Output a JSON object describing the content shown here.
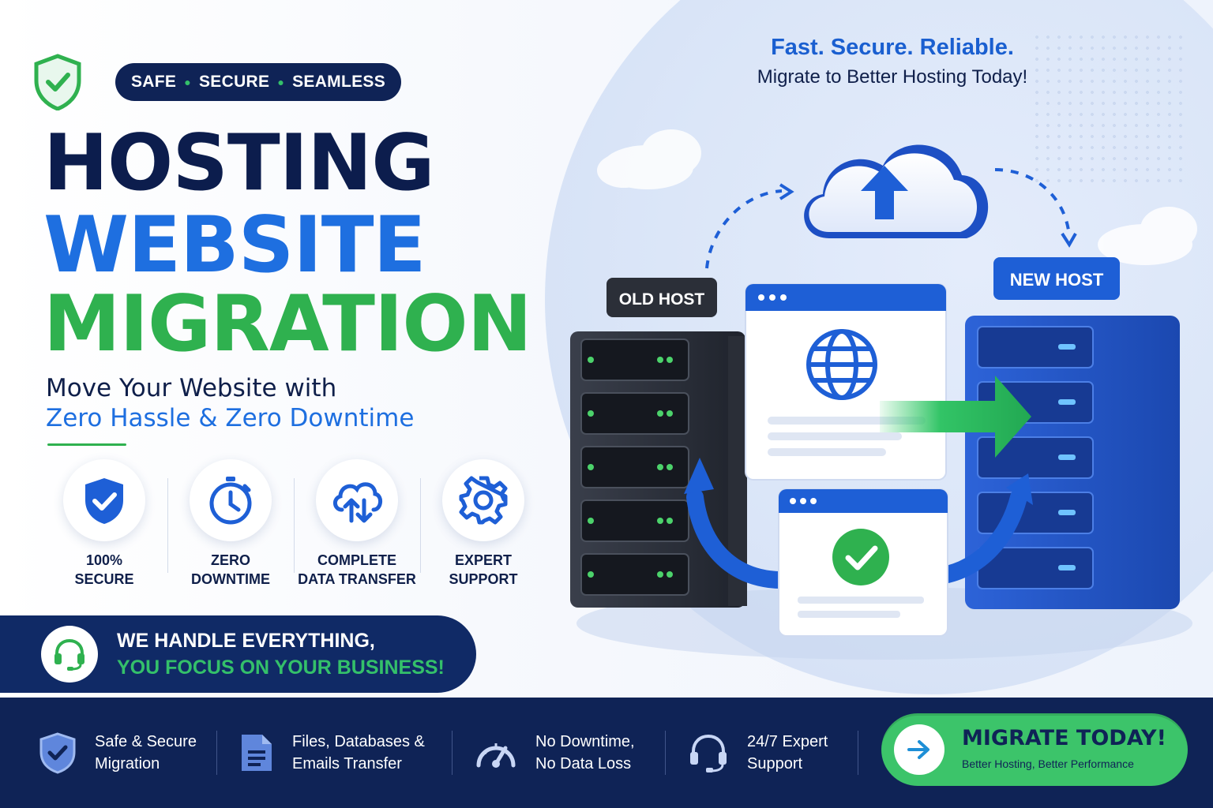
{
  "badge": {
    "parts": [
      "SAFE",
      "SECURE",
      "SEAMLESS"
    ]
  },
  "title": {
    "line1": "HOSTING",
    "line2": "WEBSITE",
    "line3": "MIGRATION"
  },
  "subtitle": {
    "line1": "Move Your Website with",
    "line2": "Zero Hassle & Zero Downtime"
  },
  "features": [
    {
      "icon": "shield-check-icon",
      "line1": "100%",
      "line2": "SECURE"
    },
    {
      "icon": "stopwatch-icon",
      "line1": "ZERO",
      "line2": "DOWNTIME"
    },
    {
      "icon": "cloud-transfer-icon",
      "line1": "COMPLETE",
      "line2": "DATA TRANSFER"
    },
    {
      "icon": "gear-icon",
      "line1": "EXPERT",
      "line2": "SUPPORT"
    }
  ],
  "handle": {
    "line1": "WE HANDLE EVERYTHING,",
    "line2": "YOU FOCUS ON YOUR BUSINESS!"
  },
  "tagline": {
    "line1": "Fast. Secure. Reliable.",
    "line2": "Migrate to Better Hosting Today!"
  },
  "scene": {
    "old_host": "OLD HOST",
    "new_host": "NEW HOST"
  },
  "footer": [
    {
      "icon": "shield-check-icon",
      "line1": "Safe & Secure",
      "line2": "Migration"
    },
    {
      "icon": "document-icon",
      "line1": "Files, Databases &",
      "line2": "Emails Transfer"
    },
    {
      "icon": "speedometer-icon",
      "line1": "No Downtime,",
      "line2": "No Data Loss"
    },
    {
      "icon": "headset-icon",
      "line1": "24/7 Expert",
      "line2": "Support"
    }
  ],
  "cta": {
    "title": "MIGRATE TODAY!",
    "subtitle": "Better Hosting, Better Performance"
  },
  "colors": {
    "navy": "#0f2356",
    "blue": "#1e6fe0",
    "green": "#2fb14f"
  }
}
